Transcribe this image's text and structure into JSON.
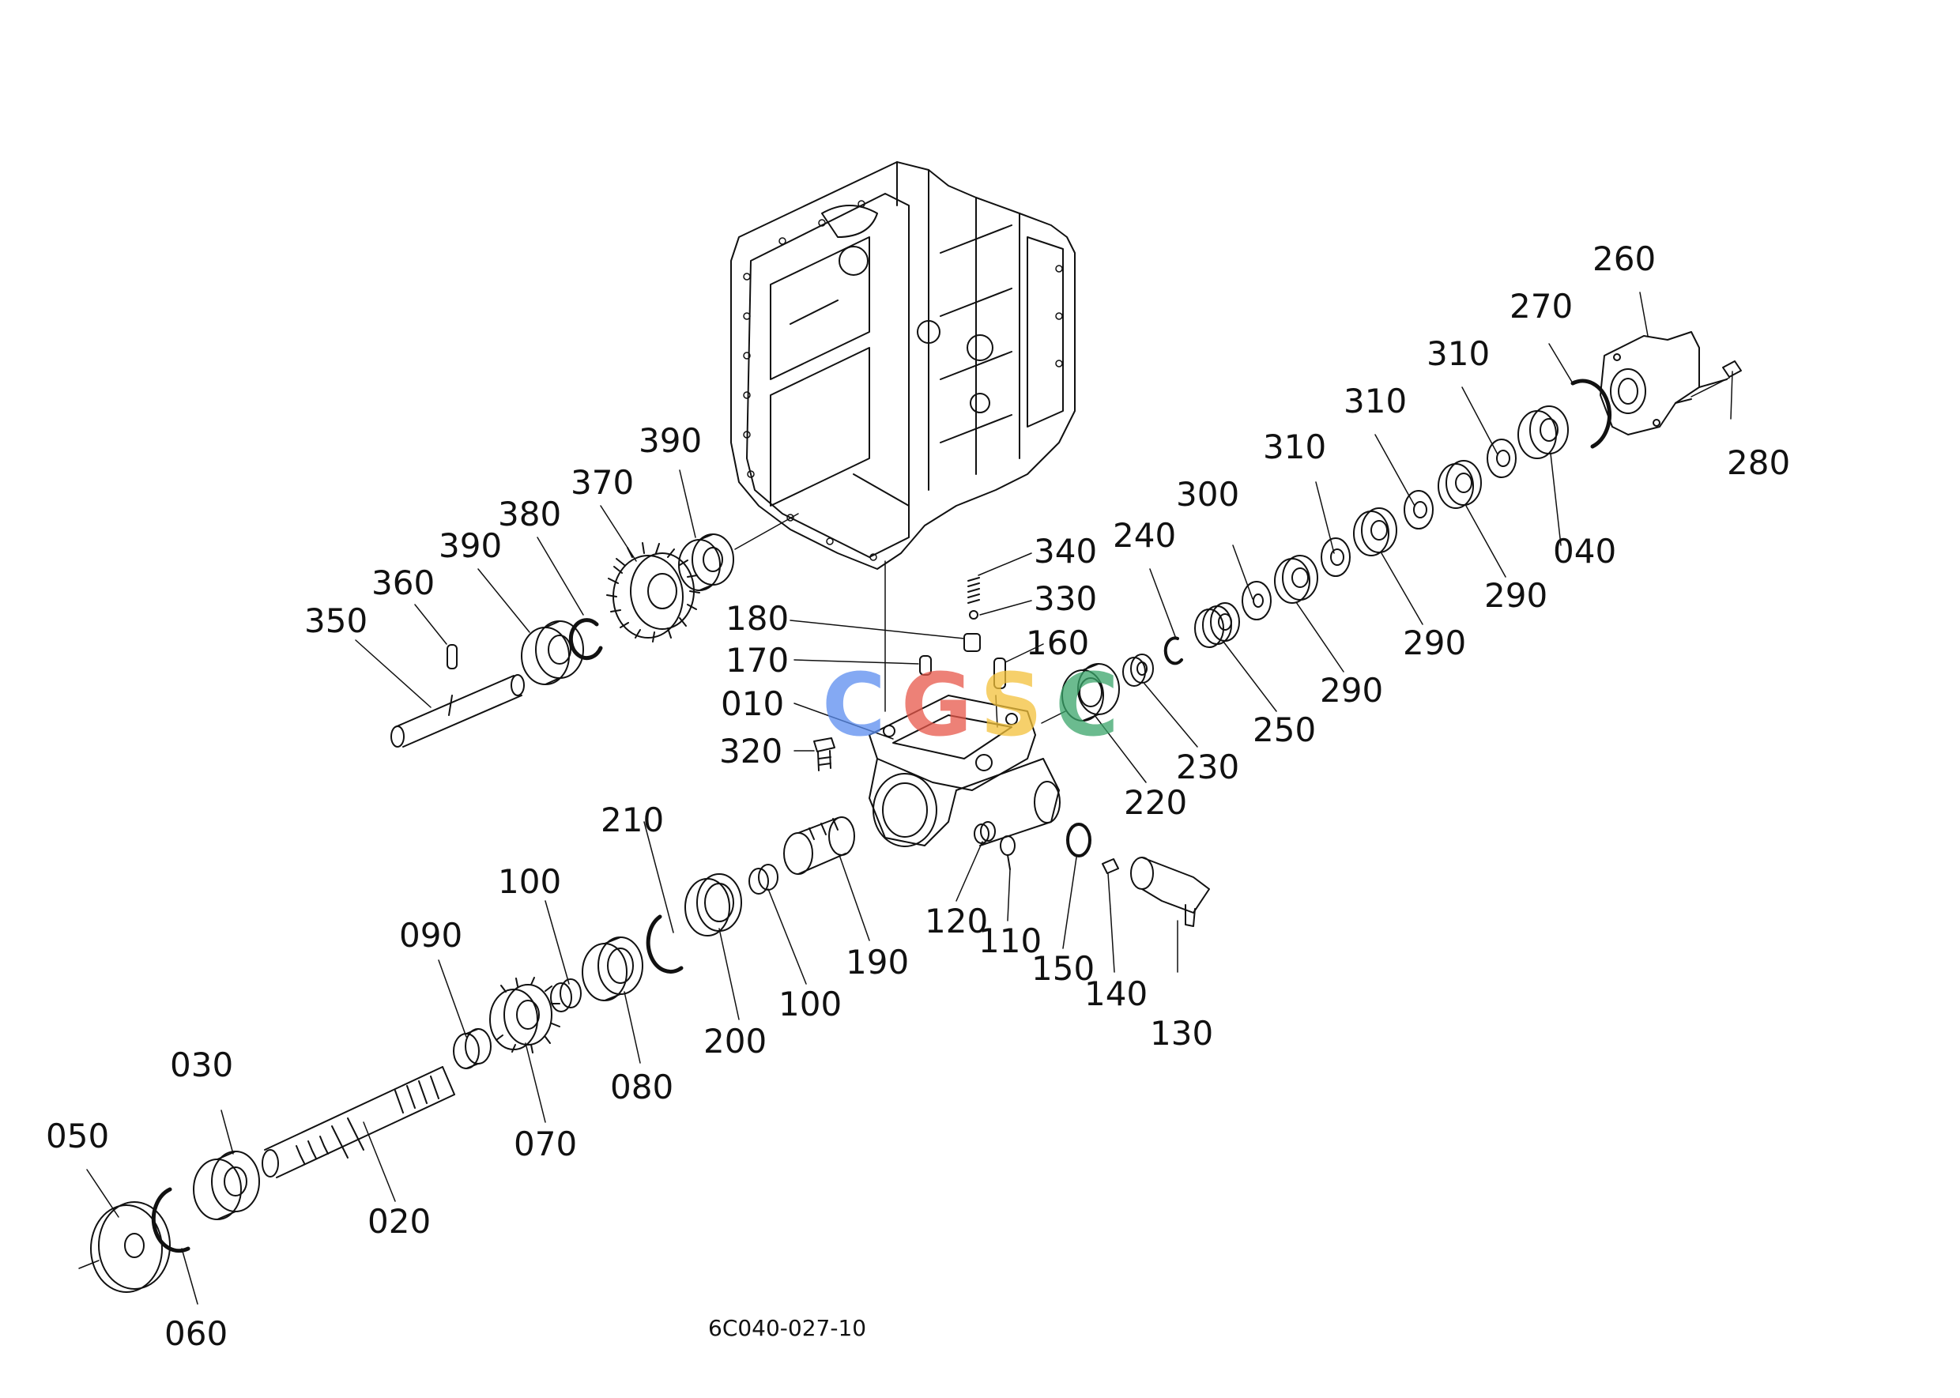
{
  "diagram": {
    "reference_code": "6C040-027-10",
    "part_labels": {
      "p010": "010",
      "p020": "020",
      "p030": "030",
      "p040": "040",
      "p050": "050",
      "p060": "060",
      "p070": "070",
      "p080": "080",
      "p090": "090",
      "p100a": "100",
      "p100b": "100",
      "p110": "110",
      "p120": "120",
      "p130": "130",
      "p140": "140",
      "p150": "150",
      "p160": "160",
      "p170": "170",
      "p180": "180",
      "p190": "190",
      "p200": "200",
      "p210": "210",
      "p220": "220",
      "p230": "230",
      "p240": "240",
      "p250": "250",
      "p260": "260",
      "p270": "270",
      "p280": "280",
      "p290a": "290",
      "p290b": "290",
      "p290c": "290",
      "p300": "300",
      "p310a": "310",
      "p310b": "310",
      "p310c": "310",
      "p320": "320",
      "p330": "330",
      "p340": "340",
      "p350": "350",
      "p360": "360",
      "p370": "370",
      "p380": "380",
      "p390a": "390",
      "p390b": "390"
    }
  },
  "watermark": {
    "letters": [
      "C",
      "G",
      "S",
      "C"
    ],
    "colors": [
      "#5b8def",
      "#e8574a",
      "#f3c13a",
      "#3aa56a"
    ]
  }
}
